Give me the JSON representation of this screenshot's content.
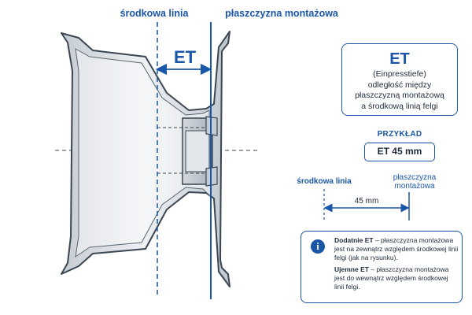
{
  "diagram": {
    "label_center_line": "środkowa linia",
    "label_mounting_plane": "płaszczyzna montażowa",
    "et_arrow_label": "ET"
  },
  "definition_box": {
    "title": "ET",
    "subtitle": "(Einpresstiefe)",
    "line1": "odległość między",
    "line2": "płaszczyzną montażową",
    "line3": "a środkową linią felgi"
  },
  "example": {
    "heading": "PRZYKŁAD",
    "value": "ET 45 mm",
    "label_center": "środkowa linia",
    "label_plane_line1": "płaszczyzna",
    "label_plane_line2": "montażowa",
    "distance_label": "45 mm"
  },
  "info": {
    "icon": "info-icon",
    "positive_title": "Dodatnie ET",
    "positive_text": " – płaszczyzna montażowa jest na zewnątrz względem środkowej linii felgi (jak na rysunku).",
    "negative_title": "Ujemne ET",
    "negative_text": " – płaszczyzna montażowa jest do wewnątrz względem środkowej linii felgi."
  },
  "colors": {
    "accent": "#1a56a8",
    "wheel_outline": "#3a4652",
    "wheel_fill": "#d8dde3"
  }
}
